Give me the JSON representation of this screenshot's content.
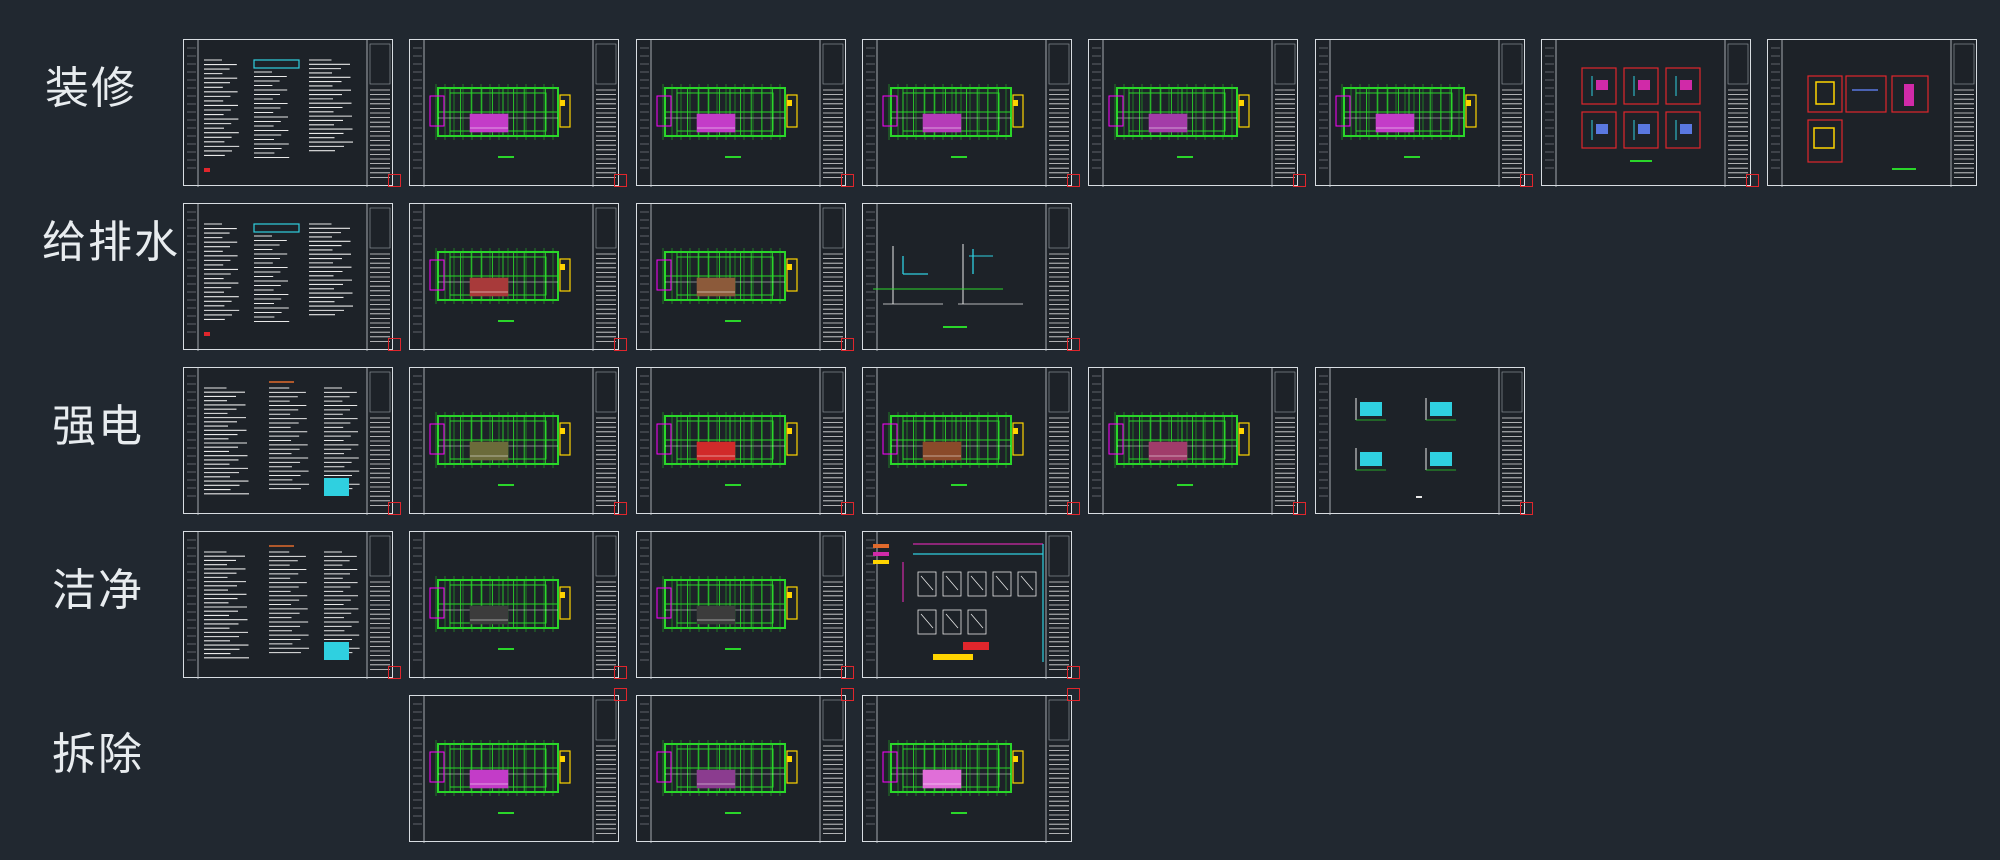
{
  "rows": [
    {
      "label": "装修",
      "sheets": [
        {
          "kind": "notes"
        },
        {
          "kind": "plan",
          "fill": "#c33cc8"
        },
        {
          "kind": "plan",
          "fill": "#c33cc8"
        },
        {
          "kind": "plan",
          "fill": "#b53cb8"
        },
        {
          "kind": "plan",
          "fill": "#a33ca8"
        },
        {
          "kind": "plan",
          "fill": "#c33cc8"
        },
        {
          "kind": "details"
        },
        {
          "kind": "details2"
        }
      ]
    },
    {
      "label": "给排水",
      "sheets": [
        {
          "kind": "notes"
        },
        {
          "kind": "plan",
          "fill": "#a83a3a"
        },
        {
          "kind": "plan",
          "fill": "#8c5a3a"
        },
        {
          "kind": "pipes"
        }
      ]
    },
    {
      "label": "强电",
      "sheets": [
        {
          "kind": "notes3"
        },
        {
          "kind": "plan",
          "fill": "#6b6b3a"
        },
        {
          "kind": "plan",
          "fill": "#d12a2a"
        },
        {
          "kind": "plan",
          "fill": "#8a4a2a"
        },
        {
          "kind": "plan",
          "fill": "#a03c6a"
        },
        {
          "kind": "elecdetail"
        }
      ]
    },
    {
      "label": "洁净",
      "sheets": [
        {
          "kind": "notes3"
        },
        {
          "kind": "plan",
          "fill": "#3c3c3c"
        },
        {
          "kind": "plan",
          "fill": "#3c3c3c"
        },
        {
          "kind": "schematic"
        }
      ]
    },
    {
      "label": "拆除",
      "offset": 1,
      "sheets": [
        {
          "kind": "plan",
          "fill": "#c33cc8"
        },
        {
          "kind": "plan",
          "fill": "#8b3c8f"
        },
        {
          "kind": "plan",
          "fill": "#e06fd8"
        }
      ]
    }
  ],
  "colors": {
    "background": "#212830",
    "frame": "#d8dde2",
    "wall": "#2ad62a",
    "marker": "#e0262c"
  }
}
